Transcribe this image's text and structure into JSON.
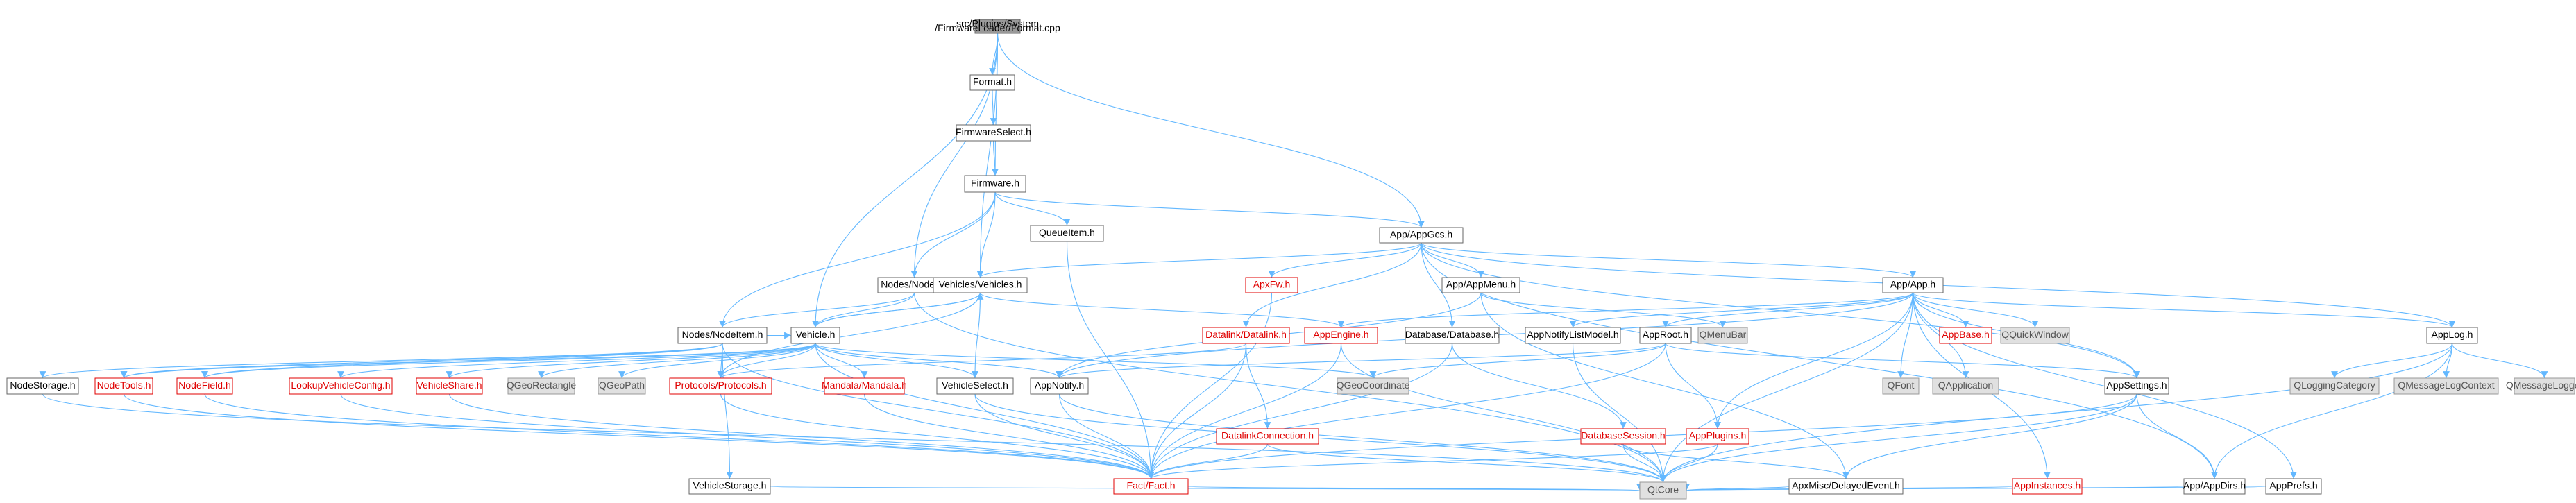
{
  "colors": {
    "edge": "#63b8ff",
    "root_fill": "#999999",
    "normal_fill": "#ffffff",
    "normal_stroke": "#666666",
    "normal_text": "#000000",
    "link_text": "#e00000",
    "link_stroke": "#e00000",
    "external_fill": "#e0e0e0",
    "external_stroke": "#999999",
    "external_text": "#555555"
  },
  "nodes": [
    {
      "id": "root",
      "kind": "root",
      "lines": [
        "src/Plugins/System",
        "/FirmwareLoader/Format.cpp"
      ]
    },
    {
      "id": "format",
      "kind": "normal",
      "lines": [
        "Format.h"
      ]
    },
    {
      "id": "fwselect",
      "kind": "normal",
      "lines": [
        "FirmwareSelect.h"
      ]
    },
    {
      "id": "firmware",
      "kind": "normal",
      "lines": [
        "Firmware.h"
      ]
    },
    {
      "id": "queueitem",
      "kind": "normal",
      "lines": [
        "QueueItem.h"
      ]
    },
    {
      "id": "appgcs",
      "kind": "normal",
      "lines": [
        "App/AppGcs.h"
      ]
    },
    {
      "id": "apxfw",
      "kind": "link",
      "lines": [
        "ApxFw.h"
      ]
    },
    {
      "id": "appmenu",
      "kind": "normal",
      "lines": [
        "App/AppMenu.h"
      ]
    },
    {
      "id": "nodes",
      "kind": "normal",
      "lines": [
        "Nodes/Nodes.h"
      ]
    },
    {
      "id": "vehicles",
      "kind": "normal",
      "lines": [
        "Vehicles/Vehicles.h"
      ]
    },
    {
      "id": "app",
      "kind": "normal",
      "lines": [
        "App/App.h"
      ]
    },
    {
      "id": "nodeitem",
      "kind": "normal",
      "lines": [
        "Nodes/NodeItem.h"
      ]
    },
    {
      "id": "vehicle",
      "kind": "normal",
      "lines": [
        "Vehicle.h"
      ]
    },
    {
      "id": "datalink",
      "kind": "link",
      "lines": [
        "Datalink/Datalink.h"
      ]
    },
    {
      "id": "appengine",
      "kind": "link",
      "lines": [
        "AppEngine.h"
      ]
    },
    {
      "id": "database",
      "kind": "normal",
      "lines": [
        "Database/Database.h"
      ]
    },
    {
      "id": "appnotifylist",
      "kind": "normal",
      "lines": [
        "AppNotifyListModel.h"
      ]
    },
    {
      "id": "approot",
      "kind": "normal",
      "lines": [
        "AppRoot.h"
      ]
    },
    {
      "id": "qmenubar",
      "kind": "external",
      "lines": [
        "QMenuBar"
      ]
    },
    {
      "id": "appbase",
      "kind": "link",
      "lines": [
        "AppBase.h"
      ]
    },
    {
      "id": "qquickwindow",
      "kind": "external",
      "lines": [
        "QQuickWindow"
      ]
    },
    {
      "id": "applog",
      "kind": "normal",
      "lines": [
        "AppLog.h"
      ]
    },
    {
      "id": "nodestorage",
      "kind": "normal",
      "lines": [
        "NodeStorage.h"
      ]
    },
    {
      "id": "nodetools",
      "kind": "link",
      "lines": [
        "NodeTools.h"
      ]
    },
    {
      "id": "nodefield",
      "kind": "link",
      "lines": [
        "NodeField.h"
      ]
    },
    {
      "id": "lookupvc",
      "kind": "link",
      "lines": [
        "LookupVehicleConfig.h"
      ]
    },
    {
      "id": "vehicleshare",
      "kind": "link",
      "lines": [
        "VehicleShare.h"
      ]
    },
    {
      "id": "qgeorect",
      "kind": "external",
      "lines": [
        "QGeoRectangle"
      ]
    },
    {
      "id": "qgeopath",
      "kind": "external",
      "lines": [
        "QGeoPath"
      ]
    },
    {
      "id": "protocols",
      "kind": "link",
      "lines": [
        "Protocols/Protocols.h"
      ]
    },
    {
      "id": "mandala",
      "kind": "link",
      "lines": [
        "Mandala/Mandala.h"
      ]
    },
    {
      "id": "vehicleselect",
      "kind": "normal",
      "lines": [
        "VehicleSelect.h"
      ]
    },
    {
      "id": "appnotify",
      "kind": "normal",
      "lines": [
        "AppNotify.h"
      ]
    },
    {
      "id": "datalinkconn",
      "kind": "link",
      "lines": [
        "DatalinkConnection.h"
      ]
    },
    {
      "id": "qgeocoord",
      "kind": "external",
      "lines": [
        "QGeoCoordinate"
      ]
    },
    {
      "id": "dbsession",
      "kind": "link",
      "lines": [
        "DatabaseSession.h"
      ]
    },
    {
      "id": "appplugins",
      "kind": "link",
      "lines": [
        "AppPlugins.h"
      ]
    },
    {
      "id": "qfont",
      "kind": "external",
      "lines": [
        "QFont"
      ]
    },
    {
      "id": "qapplication",
      "kind": "external",
      "lines": [
        "QApplication"
      ]
    },
    {
      "id": "appsettings",
      "kind": "normal",
      "lines": [
        "AppSettings.h"
      ]
    },
    {
      "id": "qloggingcat",
      "kind": "external",
      "lines": [
        "QLoggingCategory"
      ]
    },
    {
      "id": "qmsglogctx",
      "kind": "external",
      "lines": [
        "QMessageLogContext"
      ]
    },
    {
      "id": "qmsglogger",
      "kind": "external",
      "lines": [
        "QMessageLogger"
      ]
    },
    {
      "id": "vehiclestorage",
      "kind": "normal",
      "lines": [
        "VehicleStorage.h"
      ]
    },
    {
      "id": "fact",
      "kind": "link",
      "lines": [
        "Fact/Fact.h"
      ]
    },
    {
      "id": "apxmisc",
      "kind": "normal",
      "lines": [
        "ApxMisc/DelayedEvent.h"
      ]
    },
    {
      "id": "appinstances",
      "kind": "link",
      "lines": [
        "AppInstances.h"
      ]
    },
    {
      "id": "appdirs",
      "kind": "normal",
      "lines": [
        "App/AppDirs.h"
      ]
    },
    {
      "id": "appprefs",
      "kind": "normal",
      "lines": [
        "AppPrefs.h"
      ]
    },
    {
      "id": "qtcore",
      "kind": "external",
      "lines": [
        "QtCore"
      ]
    }
  ],
  "edges": [
    [
      "root",
      "format"
    ],
    [
      "format",
      "fwselect"
    ],
    [
      "fwselect",
      "firmware"
    ],
    [
      "root",
      "firmware"
    ],
    [
      "root",
      "nodes"
    ],
    [
      "root",
      "vehicles"
    ],
    [
      "root",
      "vehicle"
    ],
    [
      "root",
      "appgcs"
    ],
    [
      "firmware",
      "queueitem"
    ],
    [
      "firmware",
      "appgcs"
    ],
    [
      "firmware",
      "nodes"
    ],
    [
      "firmware",
      "vehicles"
    ],
    [
      "firmware",
      "nodeitem"
    ],
    [
      "queueitem",
      "fact"
    ],
    [
      "appgcs",
      "apxfw"
    ],
    [
      "appgcs",
      "appmenu"
    ],
    [
      "appgcs",
      "vehicles"
    ],
    [
      "appgcs",
      "app"
    ],
    [
      "appgcs",
      "datalink"
    ],
    [
      "appgcs",
      "database"
    ],
    [
      "appgcs",
      "applog"
    ],
    [
      "appgcs",
      "appsettings"
    ],
    [
      "appgcs",
      "appdirs"
    ],
    [
      "apxfw",
      "fact"
    ],
    [
      "appmenu",
      "qmenubar"
    ],
    [
      "appmenu",
      "appnotify"
    ],
    [
      "appmenu",
      "apxmisc"
    ],
    [
      "nodes",
      "nodeitem"
    ],
    [
      "nodes",
      "vehicle"
    ],
    [
      "nodes",
      "qtcore"
    ],
    [
      "vehicles",
      "vehicle"
    ],
    [
      "vehicles",
      "vehicleselect"
    ],
    [
      "vehicles",
      "appengine"
    ],
    [
      "vehicles",
      "protocols"
    ],
    [
      "app",
      "appengine"
    ],
    [
      "app",
      "approot"
    ],
    [
      "app",
      "appnotifylist"
    ],
    [
      "app",
      "appbase"
    ],
    [
      "app",
      "qquickwindow"
    ],
    [
      "app",
      "applog"
    ],
    [
      "app",
      "qfont"
    ],
    [
      "app",
      "qapplication"
    ],
    [
      "app",
      "appplugins"
    ],
    [
      "app",
      "appsettings"
    ],
    [
      "app",
      "appinstances"
    ],
    [
      "app",
      "appprefs"
    ],
    [
      "app",
      "qtcore"
    ],
    [
      "app",
      "appnotify"
    ],
    [
      "nodeitem",
      "nodestorage"
    ],
    [
      "nodeitem",
      "nodetools"
    ],
    [
      "nodeitem",
      "nodefield"
    ],
    [
      "nodeitem",
      "vehicle"
    ],
    [
      "nodeitem",
      "protocols"
    ],
    [
      "nodeitem",
      "fact"
    ],
    [
      "nodeitem",
      "vehiclestorage"
    ],
    [
      "vehicle",
      "vehicles"
    ],
    [
      "vehicle",
      "lookupvc"
    ],
    [
      "vehicle",
      "vehicleshare"
    ],
    [
      "vehicle",
      "qgeorect"
    ],
    [
      "vehicle",
      "qgeopath"
    ],
    [
      "vehicle",
      "protocols"
    ],
    [
      "vehicle",
      "mandala"
    ],
    [
      "vehicle",
      "vehicleselect"
    ],
    [
      "vehicle",
      "appnotify"
    ],
    [
      "vehicle",
      "qgeocoord"
    ],
    [
      "vehicle",
      "fact"
    ],
    [
      "vehicle",
      "nodetools"
    ],
    [
      "vehicle",
      "nodefield"
    ],
    [
      "datalink",
      "datalinkconn"
    ],
    [
      "datalink",
      "fact"
    ],
    [
      "datalink",
      "protocols"
    ],
    [
      "appengine",
      "fact"
    ],
    [
      "appengine",
      "qtcore"
    ],
    [
      "database",
      "dbsession"
    ],
    [
      "database",
      "fact"
    ],
    [
      "appnotifylist",
      "qtcore"
    ],
    [
      "approot",
      "fact"
    ],
    [
      "approot",
      "appnotify"
    ],
    [
      "approot",
      "appplugins"
    ],
    [
      "approot",
      "appsettings"
    ],
    [
      "approot",
      "qgeocoord"
    ],
    [
      "applog",
      "qloggingcat"
    ],
    [
      "applog",
      "qmsglogctx"
    ],
    [
      "applog",
      "qmsglogger"
    ],
    [
      "applog",
      "appdirs"
    ],
    [
      "applog",
      "qtcore"
    ],
    [
      "nodestorage",
      "qtcore"
    ],
    [
      "nodetools",
      "fact"
    ],
    [
      "nodefield",
      "fact"
    ],
    [
      "lookupvc",
      "fact"
    ],
    [
      "vehicleshare",
      "fact"
    ],
    [
      "protocols",
      "fact"
    ],
    [
      "mandala",
      "fact"
    ],
    [
      "vehicleselect",
      "fact"
    ],
    [
      "vehicleselect",
      "qtcore"
    ],
    [
      "appnotify",
      "fact"
    ],
    [
      "appnotify",
      "qtcore"
    ],
    [
      "datalinkconn",
      "fact"
    ],
    [
      "datalinkconn",
      "qtcore"
    ],
    [
      "dbsession",
      "qtcore"
    ],
    [
      "dbsession",
      "apxmisc"
    ],
    [
      "appplugins",
      "fact"
    ],
    [
      "appplugins",
      "qtcore"
    ],
    [
      "appsettings",
      "fact"
    ],
    [
      "appsettings",
      "apxmisc"
    ],
    [
      "appsettings",
      "appdirs"
    ],
    [
      "appsettings",
      "qtcore"
    ],
    [
      "vehiclestorage",
      "qtcore"
    ],
    [
      "fact",
      "qtcore"
    ],
    [
      "apxmisc",
      "qtcore"
    ],
    [
      "appinstances",
      "qtcore"
    ],
    [
      "appdirs",
      "qtcore"
    ],
    [
      "appprefs",
      "qtcore"
    ]
  ]
}
